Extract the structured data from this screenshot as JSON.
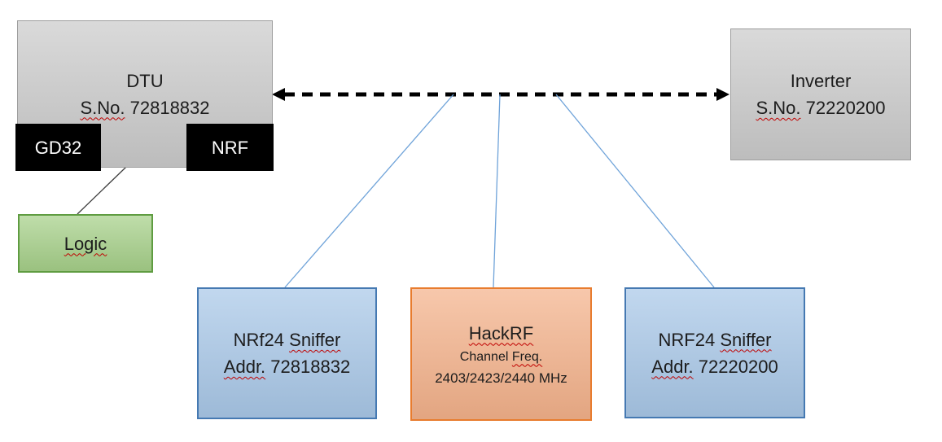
{
  "colors": {
    "box-gray": "#cbcbcb",
    "box-gray-border": "#9d9d9d",
    "box-black": "#000000",
    "box-green": "#a6d089",
    "box-green-border": "#5f9c41",
    "box-blue": "#a9c8e8",
    "box-blue-border": "#4579b2",
    "box-orange": "#f4b28b",
    "box-orange-border": "#e87c2e",
    "connector-blue": "#6fa3d9",
    "arrow-black": "#000000",
    "squiggle-red": "#c00000",
    "text-dark": "#1c1c1c",
    "text-light": "#ffffff"
  },
  "dtu": {
    "title": "DTU",
    "sno_label": "S.No.",
    "sno_value": "72818832",
    "chip_left": "GD32",
    "chip_right": "NRF"
  },
  "inverter": {
    "title": "Inverter",
    "sno_label": "S.No.",
    "sno_value": "72220200"
  },
  "logic": {
    "label": "Logic"
  },
  "sniffer_left": {
    "name_prefix": "NRf24",
    "name_word": "Sniffer",
    "addr_label": "Addr.",
    "addr_value": "72818832"
  },
  "hackrf": {
    "title": "HackRF",
    "channel_prefix": "Channel",
    "freq_word": "Freq.",
    "frequencies": "2403/2423/2440 MHz"
  },
  "sniffer_right": {
    "name_prefix": "NRF24",
    "name_word": "Sniffer",
    "addr_label": "Addr.",
    "addr_value": "72220200"
  }
}
